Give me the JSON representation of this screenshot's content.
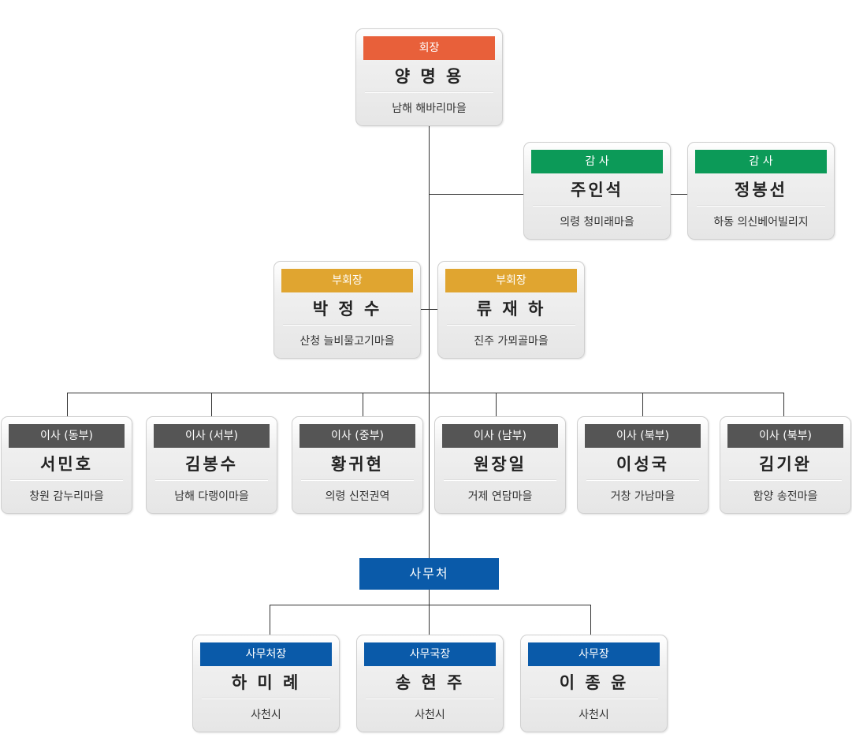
{
  "colors": {
    "president": "#e8603a",
    "auditor": "#0c9a58",
    "vice": "#e0a530",
    "director": "#555555",
    "office": "#0a5aa9",
    "line": "#333333"
  },
  "president": {
    "role": "회장",
    "name": "양 명 용",
    "location": "남해 해바리마을"
  },
  "auditors": [
    {
      "role": "감 사",
      "name": "주인석",
      "location": "의령 청미래마을"
    },
    {
      "role": "감 사",
      "name": "정봉선",
      "location": "하동 의신베어빌리지"
    }
  ],
  "vice_presidents": [
    {
      "role": "부회장",
      "name": "박 정 수",
      "location": "산청 늘비물고기마을"
    },
    {
      "role": "부회장",
      "name": "류 재 하",
      "location": "진주 가뫼골마을"
    }
  ],
  "directors": [
    {
      "role": "이사 (동부)",
      "name": "서민호",
      "location": "창원 감누리마을"
    },
    {
      "role": "이사 (서부)",
      "name": "김봉수",
      "location": "남해 다랭이마을"
    },
    {
      "role": "이사 (중부)",
      "name": "황귀현",
      "location": "의령 신전권역"
    },
    {
      "role": "이사 (남부)",
      "name": "원장일",
      "location": "거제 연담마을"
    },
    {
      "role": "이사 (북부)",
      "name": "이성국",
      "location": "거창 가남마을"
    },
    {
      "role": "이사 (북부)",
      "name": "김기완",
      "location": "함양 송전마을"
    }
  ],
  "office": {
    "label": "사무처"
  },
  "office_staff": [
    {
      "role": "사무처장",
      "name": "하 미 례",
      "location": "사천시"
    },
    {
      "role": "사무국장",
      "name": "송 현 주",
      "location": "사천시"
    },
    {
      "role": "사무장",
      "name": "이 종 윤",
      "location": "사천시"
    }
  ]
}
